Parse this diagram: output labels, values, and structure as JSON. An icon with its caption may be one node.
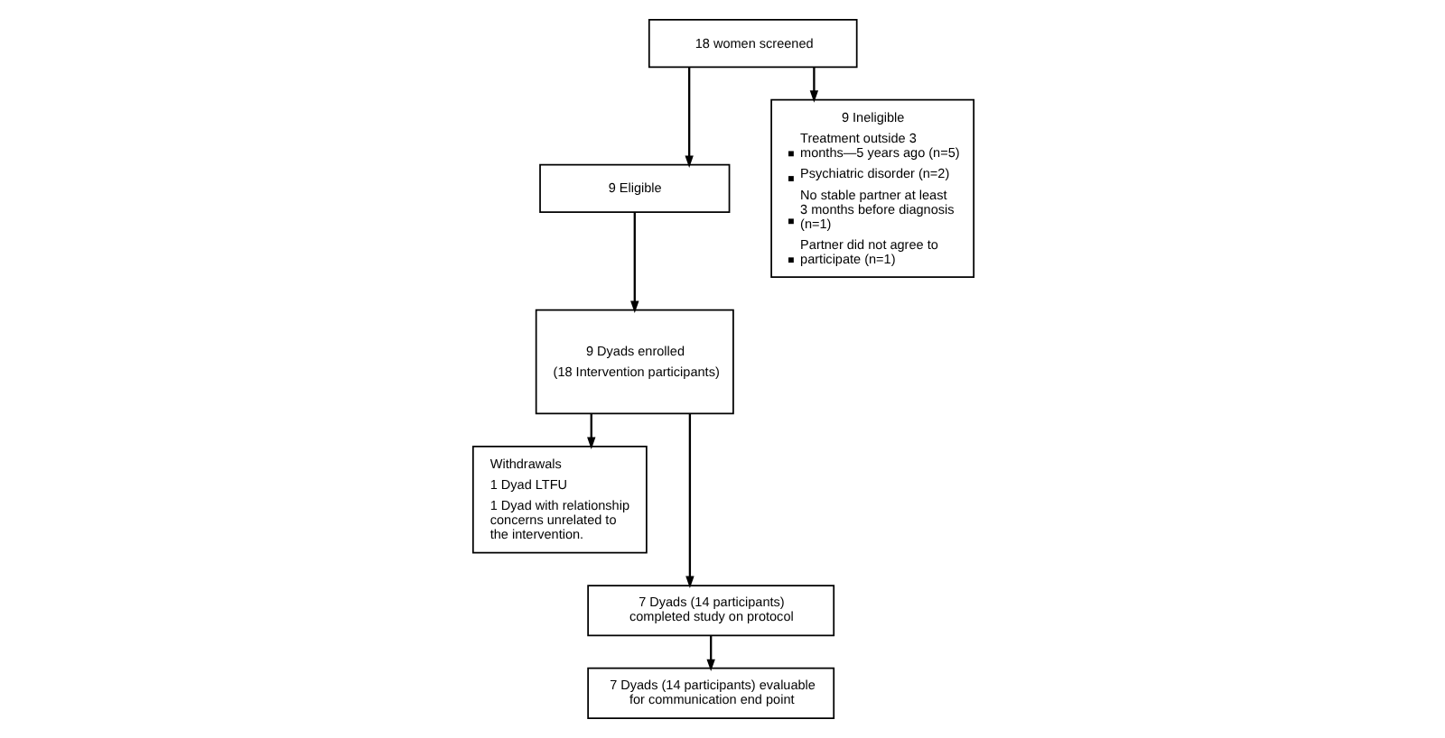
{
  "diagram": {
    "nodes": [
      {
        "text": [
          "18 women screened"
        ]
      },
      {
        "text": [
          "9 Eligible"
        ]
      },
      {
        "text": [
          "9 Ineligible",
          "Treatment outside 3 months—5 years ago (n=5)",
          "Psychiatric disorder (n=2)",
          "No stable partner at least 3 months before diagnosis (n=1)",
          "Partner did not agree to participate (n=1)"
        ]
      },
      {
        "text": [
          "9 Dyads enrolled",
          "(18 Intervention participants)"
        ]
      },
      {
        "text": [
          "Withdrawals",
          "1 Dyad LTFU",
          "1 Dyad with relationship concerns unrelated to the intervention."
        ]
      },
      {
        "text": [
          "7 Dyads (14 participants) completed study on protocol"
        ]
      },
      {
        "text": [
          "7 Dyads (14 participants) evaluable for communication end point"
        ]
      }
    ],
    "edges": [
      {
        "from": 0,
        "to": 1,
        "arrow": "to"
      },
      {
        "from": 0,
        "to": 2,
        "arrow": "to"
      },
      {
        "from": 1,
        "to": 3,
        "arrow": "to"
      },
      {
        "from": 3,
        "to": 4,
        "arrow": "to"
      },
      {
        "from": 3,
        "to": 5,
        "arrow": "to"
      },
      {
        "from": 5,
        "to": 6,
        "arrow": "to"
      }
    ]
  }
}
